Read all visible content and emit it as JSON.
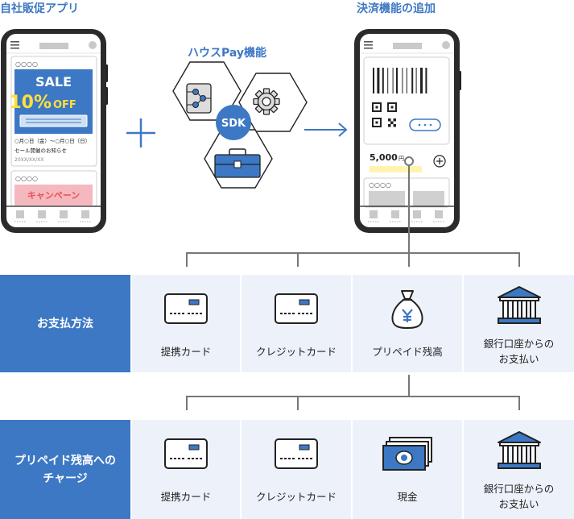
{
  "headings": {
    "left_app": "自社販促アプリ",
    "right_app": "決済機能の追加",
    "sdk_title": "ハウスPay機能"
  },
  "left_phone": {
    "card1_dots": "○○○○",
    "promo_sale": "SALE",
    "promo_discount_num": "10%",
    "promo_discount_off": "OFF",
    "period": "○月○日（金）～○月○日（日）",
    "event_text": "セール開催のお知らせ",
    "date": "20XX/XX/XX",
    "card2_dots": "○○○○",
    "campaign": "キャンペーン"
  },
  "sdk_hub": {
    "label": "SDK"
  },
  "right_phone": {
    "balance": "5,000",
    "currency": "円",
    "card_dots": "○○○○"
  },
  "payment_row": {
    "label": "お支払方法",
    "items": [
      {
        "icon": "credit-card-icon",
        "label": "提携カード"
      },
      {
        "icon": "credit-card-icon",
        "label": "クレジットカード"
      },
      {
        "icon": "money-bag-icon",
        "label": "プリペイド残高"
      },
      {
        "icon": "bank-icon",
        "label": "銀行口座からの\nお支払い"
      }
    ]
  },
  "charge_row": {
    "label": "プリペイド残高への\nチャージ",
    "items": [
      {
        "icon": "credit-card-icon",
        "label": "提携カード"
      },
      {
        "icon": "credit-card-icon",
        "label": "クレジットカード"
      },
      {
        "icon": "cash-icon",
        "label": "現金"
      },
      {
        "icon": "bank-icon",
        "label": "銀行口座からの\nお支払い"
      }
    ]
  },
  "colors": {
    "accent_blue": "#3d78c4",
    "cell_bg": "#edf2fa",
    "campaign_pink": "#f5b8be",
    "campaign_text": "#e8505b",
    "highlight_yellow": "#fff3b0",
    "promo_yellow": "#ffe03a"
  }
}
